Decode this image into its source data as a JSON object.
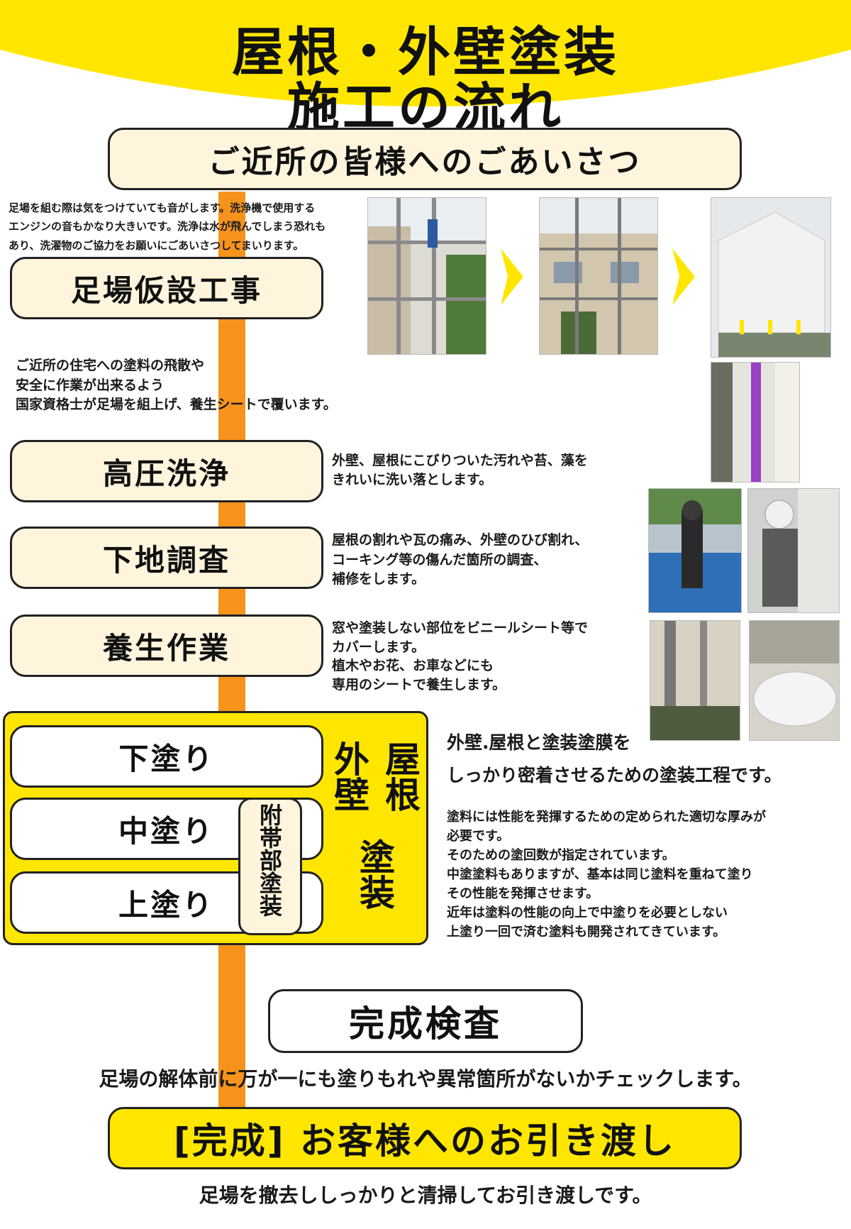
{
  "header": {
    "title_line1": "屋根・外壁塗装",
    "title_line2": "施工の流れ",
    "bg_color": "#ffe600"
  },
  "greeting": {
    "label": "ご近所の皆様へのごあいさつ",
    "description": "足場を組む際は気をつけていても音がします。洗浄機で使用する\nエンジンの音もかなり大きいです。洗浄は水が飛んでしまう恐れも\nあり、洗濯物のご協力をお願いにごあいさつしてまいります。"
  },
  "steps": {
    "scaffolding": {
      "label": "足場仮設工事",
      "description": "ご近所の住宅への塗料の飛散や\n安全に作業が出来るよう\n国家資格士が足場を組上げ、養生シートで覆います。"
    },
    "washing": {
      "label": "高圧洗浄",
      "description": "外壁、屋根にこびりついた汚れや苔、藻を\nきれいに洗い落とします。"
    },
    "inspection": {
      "label": "下地調査",
      "description": "屋根の割れや瓦の痛み、外壁のひび割れ、\nコーキング等の傷んだ箇所の調査、\n補修をします。"
    },
    "masking": {
      "label": "養生作業",
      "description": "窓や塗装しない部位をビニールシート等で\nカバーします。\n植木やお花、お車などにも\n専用のシートで養生します。"
    }
  },
  "painting": {
    "undercoat": "下塗り",
    "midcoat": "中塗り",
    "topcoat": "上塗り",
    "accessory": "附帯部塗装",
    "wall": "外壁",
    "roof": "屋根",
    "paint": "塗装",
    "headline": "外壁.屋根と塗装塗膜を\nしっかり密着させるための塗装工程です。",
    "description": "塗料には性能を発揮するための定められた適切な厚みが\n必要です。\nそのための塗回数が指定されています。\n中塗塗料もありますが、基本は同じ塗料を重ねて塗り\nその性能を発揮させます。\n近年は塗料の性能の向上で中塗りを必要としない\n上塗り一回で済む塗料も開発されてきています。"
  },
  "final_inspection": {
    "label": "完成検査",
    "description": "足場の解体前に万が一にも塗りもれや異常箇所がないかチェックします。"
  },
  "handover": {
    "label": "[完成] お客様へのお引き渡し",
    "description": "足場を撤去ししっかりと清掃してお引き渡しです。"
  },
  "colors": {
    "accent_yellow": "#ffe600",
    "timeline_orange": "#f6931d",
    "pill_cream": "#fff5dd"
  }
}
